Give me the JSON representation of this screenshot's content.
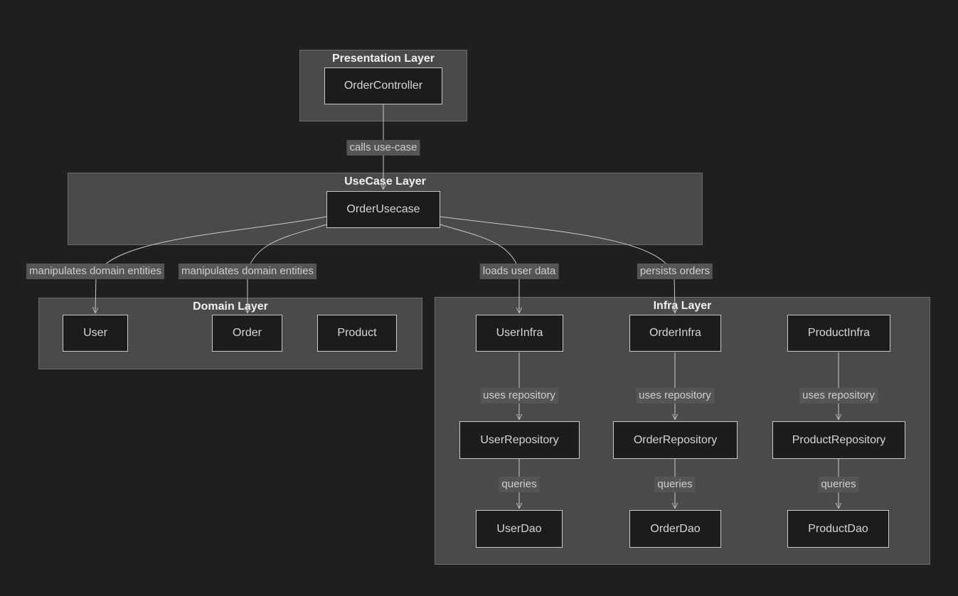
{
  "colors": {
    "background": "#1f1f1f",
    "cluster_fill": "#4a4a4a",
    "cluster_border": "#6b6b6b",
    "node_fill": "#1c1c1c",
    "node_border": "#c9c9c9",
    "node_text": "#d6d6d6",
    "layer_title_text": "#f0f0f0",
    "edge_line": "#c9c9c9",
    "edge_label_bg": "#555555",
    "edge_label_text": "#cfcfcf"
  },
  "layers": {
    "presentation": {
      "title": "Presentation Layer",
      "nodes": {
        "order_controller": "OrderController"
      }
    },
    "usecase": {
      "title": "UseCase Layer",
      "nodes": {
        "order_usecase": "OrderUsecase"
      }
    },
    "domain": {
      "title": "Domain Layer",
      "nodes": {
        "user": "User",
        "order": "Order",
        "product": "Product"
      }
    },
    "infra": {
      "title": "Infra Layer",
      "nodes": {
        "user_infra": "UserInfra",
        "order_infra": "OrderInfra",
        "product_infra": "ProductInfra",
        "user_repository": "UserRepository",
        "order_repository": "OrderRepository",
        "product_repository": "ProductRepository",
        "user_dao": "UserDao",
        "order_dao": "OrderDao",
        "product_dao": "ProductDao"
      }
    }
  },
  "edge_labels": {
    "calls_use_case": "calls use-case",
    "manipulates_domain_entities_1": "manipulates domain entities",
    "manipulates_domain_entities_2": "manipulates domain entities",
    "loads_user_data": "loads user data",
    "persists_orders": "persists orders",
    "uses_repository_1": "uses repository",
    "uses_repository_2": "uses repository",
    "uses_repository_3": "uses repository",
    "queries_1": "queries",
    "queries_2": "queries",
    "queries_3": "queries"
  }
}
